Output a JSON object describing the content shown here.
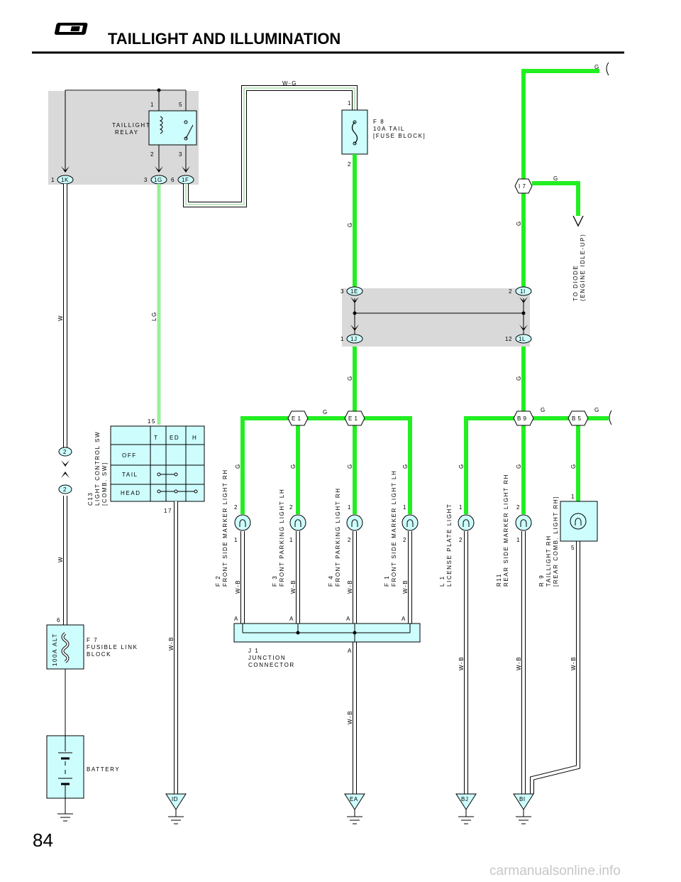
{
  "page": {
    "title": "TAILLIGHT AND ILLUMINATION",
    "number": "84",
    "watermark": "carmanualsonline.info"
  },
  "colors": {
    "green_wire": "#22ee22",
    "light_green_wire": "#99ee99",
    "junction_shade": "#d9d9d9",
    "component_fill": "#cdfdfd"
  },
  "relay": {
    "label1": "TAILLIGHT",
    "label2": "RELAY",
    "pin_top_left": "1",
    "pin_top_right": "5",
    "pin_bot_left": "2",
    "pin_bot_right": "3"
  },
  "connectors": {
    "c1K": {
      "num": "1",
      "code": "1K"
    },
    "c1G": {
      "num": "3",
      "code": "1G"
    },
    "c1F": {
      "num": "6",
      "code": "1F"
    },
    "c1E": {
      "num": "3",
      "code": "1E"
    },
    "c1I": {
      "num": "2",
      "code": "1I"
    },
    "c1J": {
      "num": "1",
      "code": "1J"
    },
    "c1L": {
      "num": "12",
      "code": "1L"
    },
    "c2a": "2",
    "c2b": "2"
  },
  "wires": {
    "wg": "W-G",
    "g": "G",
    "w": "W",
    "lg": "LG",
    "wb": "W-B"
  },
  "fuse_f8": {
    "pin1": "1",
    "pin2": "2",
    "line1": "F 8",
    "line2": "10A TAIL",
    "line3": "[FUSE BLOCK]"
  },
  "i7": {
    "code": "I 7"
  },
  "diode": {
    "line1": "TO DIODE",
    "line2": "(ENGINE IDLE-UP)"
  },
  "splices": {
    "e1a": "E 1",
    "e1b": "E 1",
    "b9": "B 9",
    "b5": "B 5"
  },
  "switch_c13": {
    "pin_top": "15",
    "pin_bot": "17",
    "cols": [
      "T",
      "ED",
      "H"
    ],
    "rows": [
      "OFF",
      "TAIL",
      "HEAD"
    ],
    "line1": "C13",
    "line2": "LIGHT CONTROL SW",
    "line3": "[COMB. SW]"
  },
  "bulbs": {
    "f2": {
      "p_top": "2",
      "p_bot": "1",
      "code": "F 2",
      "name": "FRONT SIDE MARKER LIGHT RH"
    },
    "f3": {
      "p_top": "2",
      "p_bot": "1",
      "code": "F 3",
      "name": "FRONT PARKING LIGHT LH"
    },
    "f4": {
      "p_top": "1",
      "p_bot": "2",
      "code": "F 4",
      "name": "FRONT PARKING LIGHT RH"
    },
    "f1": {
      "p_top": "1",
      "p_bot": "2",
      "code": "F 1",
      "name": "FRONT SIDE MARKER LIGHT LH"
    },
    "l1": {
      "p_top": "1",
      "p_bot": "2",
      "code": "L 1",
      "name": "LICENSE PLATE LIGHT"
    },
    "r11": {
      "p_top": "2",
      "p_bot": "1",
      "code": "R11",
      "name": "REAR SIDE MARKER LIGHT RH"
    },
    "r9": {
      "p_top": "1",
      "p_bot": "5",
      "code": "R 9",
      "name": "TAILLIGHT RH",
      "name2": "[REAR COMB. LIGHT RH]"
    }
  },
  "junction_j1": {
    "pin": "A",
    "line1": "J 1",
    "line2": "JUNCTION",
    "line3": "CONNECTOR"
  },
  "fusible_f7": {
    "pin": "6",
    "rating": "100A ALT",
    "line1": "F 7",
    "line2": "FUSIBLE LINK",
    "line3": "BLOCK"
  },
  "battery": {
    "label": "BATTERY"
  },
  "grounds": {
    "id": "ID",
    "ea": "EA",
    "bj": "BJ",
    "bi": "BI"
  }
}
